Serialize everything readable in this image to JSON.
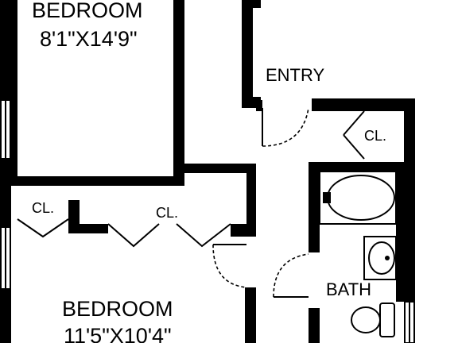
{
  "rooms": {
    "bedroom_top": {
      "name": "BEDROOM",
      "size": "8'1\"X14'9\""
    },
    "bedroom_bottom": {
      "name": "BEDROOM",
      "size": "11'5\"X10'4\""
    },
    "entry": {
      "name": "ENTRY"
    },
    "bath": {
      "name": "BATH"
    }
  },
  "closets": {
    "entry": "CL.",
    "left": "CL.",
    "middle": "CL."
  }
}
